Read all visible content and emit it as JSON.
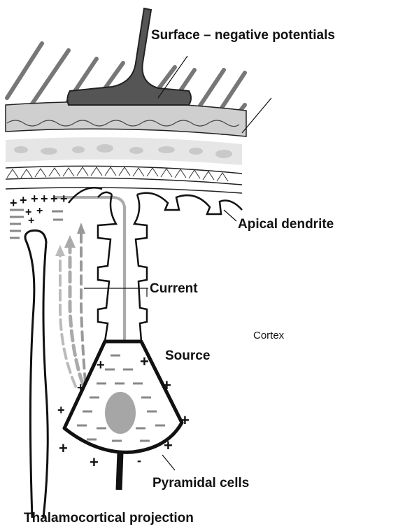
{
  "labels": {
    "surface": "Surface – negative potentials",
    "apical": "Apical dendrite",
    "current": "Current",
    "cortex": "Cortex",
    "source": "Source",
    "pyramidal": "Pyramidal cells",
    "thalamo": "Thalamocortical projection"
  },
  "symbols": {
    "plus": "+",
    "minus": "-"
  },
  "colors": {
    "electrode": "#555555",
    "hair": "#777777",
    "skin": "#cfcfcf",
    "skull": "#e4e4e4",
    "nucleus": "#a6a6a6",
    "current_arrow": "#aaaaaa",
    "outline": "#111111"
  }
}
